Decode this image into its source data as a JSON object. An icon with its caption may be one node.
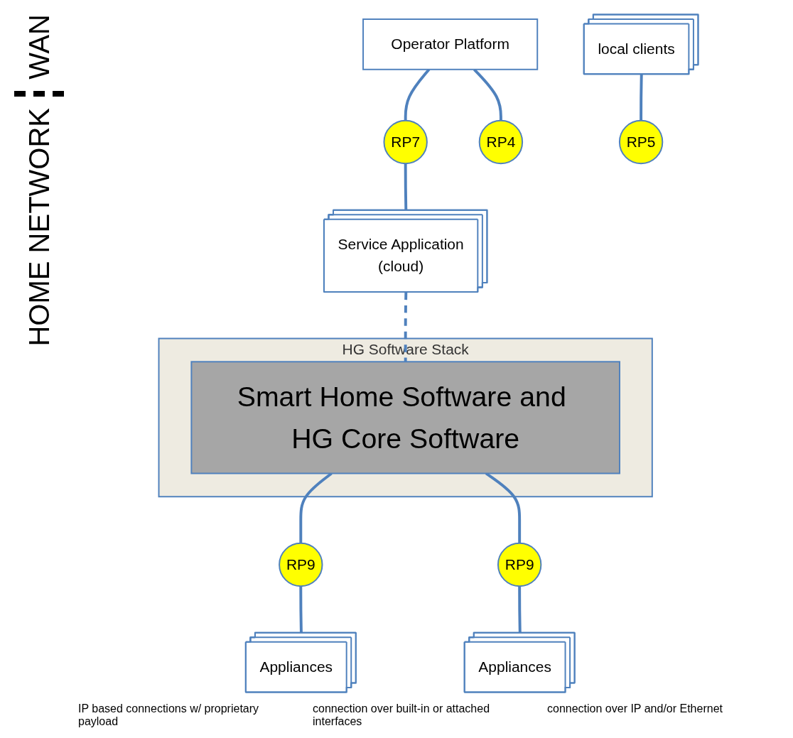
{
  "diagram": {
    "nodes": [
      {
        "text": [
          "Operator Platform"
        ]
      },
      {
        "text": [
          "RP7"
        ]
      },
      {
        "text": [
          "Service Application",
          "(cloud)"
        ]
      },
      {
        "text": [
          "local clients"
        ]
      },
      {
        "text": [
          "HG Software Stack"
        ]
      },
      {
        "text": [
          "Smart Home Software and HG Core Software"
        ],
        "in": 4
      },
      {
        "text": [
          "RP4"
        ]
      },
      {
        "text": [
          "RP5"
        ]
      },
      {
        "text": [
          "RP9"
        ]
      },
      {
        "text": [
          "RP9"
        ]
      },
      {
        "text": [
          "Appliances"
        ]
      },
      {
        "text": [
          "Appliances"
        ]
      }
    ],
    "edges": [
      {
        "from": 0,
        "to": 1,
        "arrow": "none"
      },
      {
        "from": 1,
        "to": 2,
        "arrow": "none"
      },
      {
        "from": 0,
        "to": 6,
        "arrow": "none"
      },
      {
        "from": 3,
        "to": 7,
        "arrow": "none"
      },
      {
        "from": 2,
        "to": 5,
        "arrow": "none",
        "style": "dashed"
      },
      {
        "from": 5,
        "to": 8,
        "arrow": "none"
      },
      {
        "from": 8,
        "to": 10,
        "arrow": "none"
      },
      {
        "from": 5,
        "to": 9,
        "arrow": "none"
      },
      {
        "from": 9,
        "to": 11,
        "arrow": "none"
      }
    ],
    "labels": [
      "WAN",
      "HOME NETWORK",
      "IP based connections w/ proprietary payload",
      "connection over built-in or attached interfaces",
      "connection over IP and/or Ethernet"
    ]
  }
}
